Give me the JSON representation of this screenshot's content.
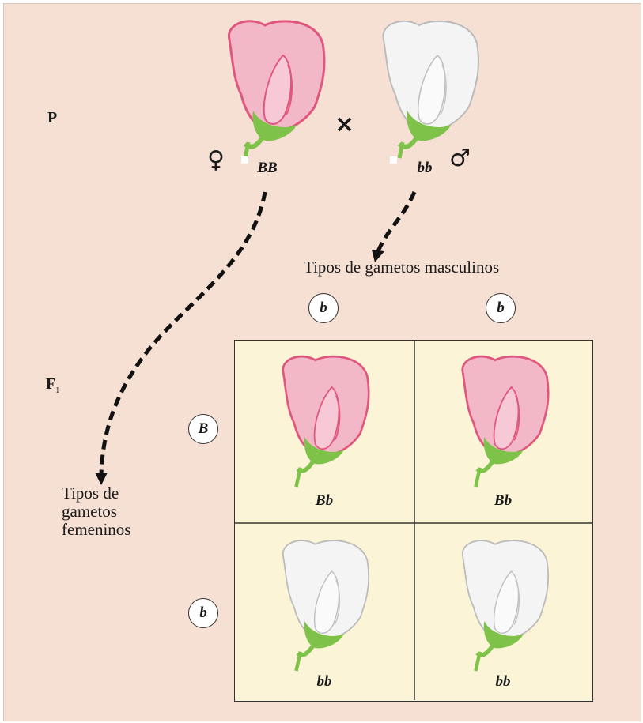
{
  "parental": {
    "label": "P",
    "cross_symbol": "×",
    "female_symbol": "♀",
    "male_symbol": "♂",
    "female_genotype": "BB",
    "male_genotype": "bb"
  },
  "f1": {
    "label": "F",
    "subscript": "1"
  },
  "male_gametes": {
    "caption": "Tipos de gametos masculinos",
    "alleles": [
      "b",
      "b"
    ]
  },
  "female_gametes": {
    "caption_lines": [
      "Tipos de",
      "gametos",
      "femeninos"
    ],
    "alleles": [
      "B",
      "b"
    ]
  },
  "punnett": {
    "cells": [
      {
        "genotype": "Bb",
        "flower": "pink"
      },
      {
        "genotype": "Bb",
        "flower": "pink"
      },
      {
        "genotype": "bb",
        "flower": "white"
      },
      {
        "genotype": "bb",
        "flower": "white"
      }
    ]
  },
  "colors": {
    "background": "#f5e0d3",
    "grid": "#fbf4d6",
    "pink_petal": "#f3b8c8",
    "pink_edge": "#e0577e",
    "white_petal": "#f4f4f4",
    "leaf": "#7fc24a"
  }
}
